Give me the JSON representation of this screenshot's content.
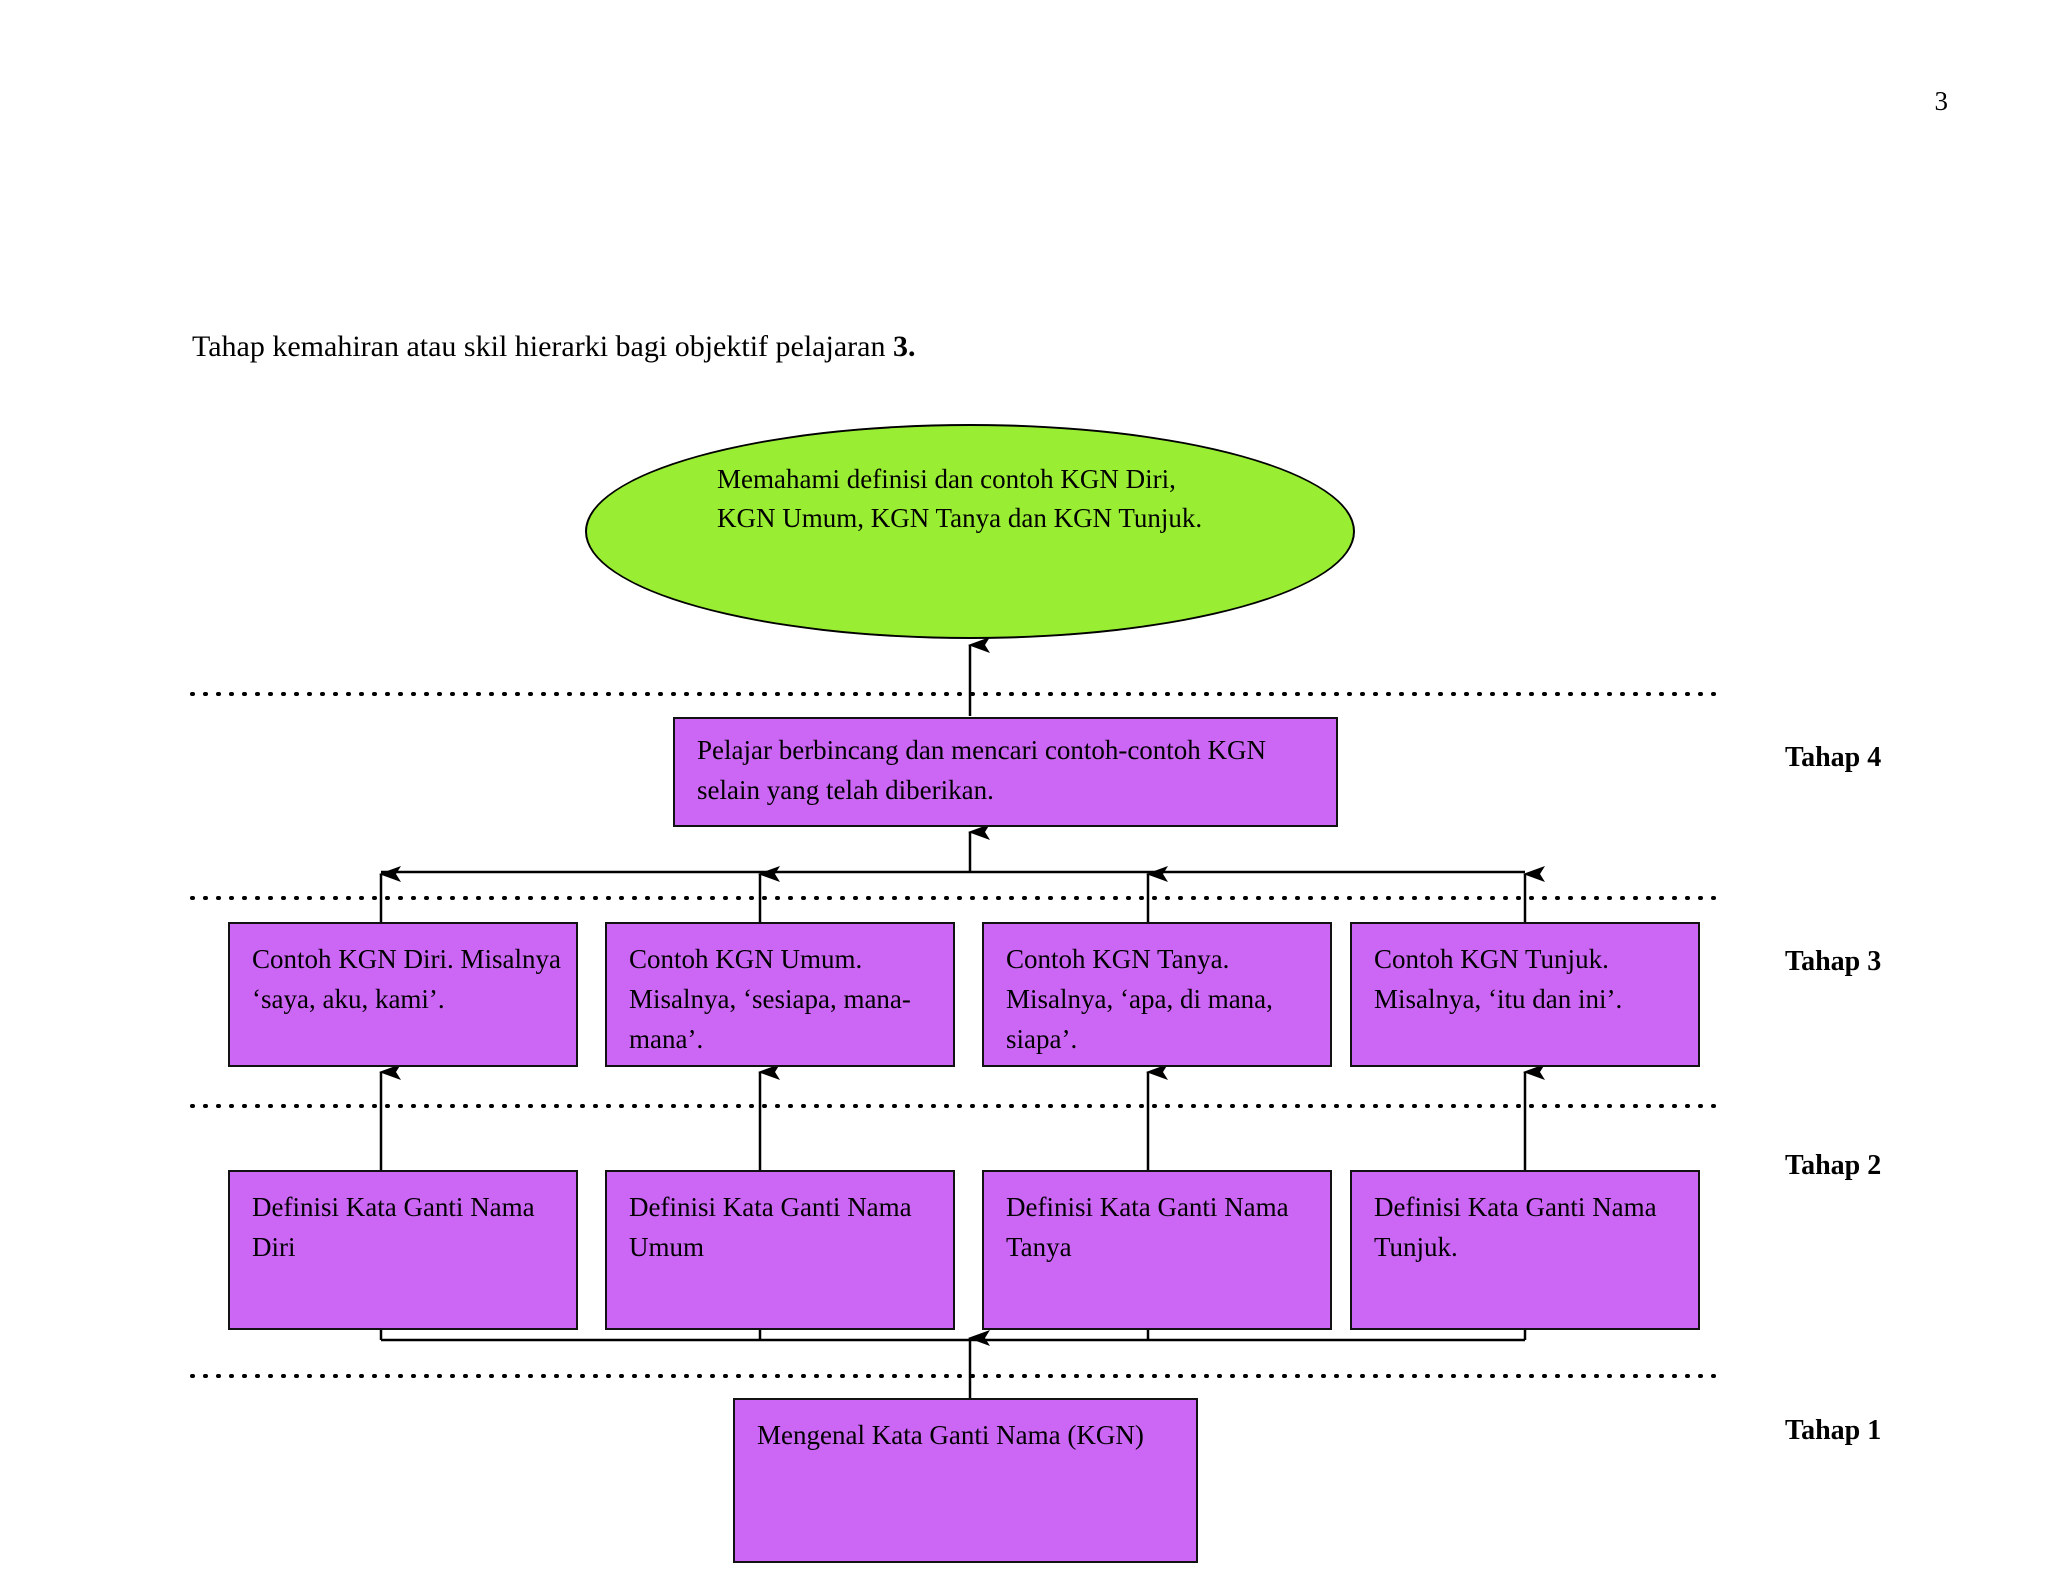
{
  "page": {
    "number": "3",
    "heading_text": "Tahap kemahiran atau skil hierarki bagi objektif pelajaran ",
    "heading_bold": "3."
  },
  "colors": {
    "goal_fill": "#99EE33",
    "process_fill": "#CC66F5",
    "outline": "#000000",
    "background": "#FFFFFF"
  },
  "diagram": {
    "goal": {
      "label": "Memahami definisi dan contoh KGN Diri, KGN Umum, KGN Tanya dan KGN Tunjuk.",
      "shape": "ellipse"
    },
    "tahap4": {
      "label": "Pelajar berbincang dan mencari contoh-contoh KGN selain yang telah diberikan."
    },
    "tahap3": [
      {
        "label": "Contoh KGN Diri. Misalnya ‘saya, aku, kami’."
      },
      {
        "label": "Contoh KGN Umum. Misalnya, ‘sesiapa, mana-mana’."
      },
      {
        "label": "Contoh KGN Tanya. Misalnya, ‘apa, di mana, siapa’."
      },
      {
        "label": "Contoh KGN Tunjuk. Misalnya, ‘itu dan ini’."
      }
    ],
    "tahap2": [
      {
        "label": "Definisi Kata Ganti Nama Diri"
      },
      {
        "label": "Definisi Kata Ganti Nama Umum"
      },
      {
        "label": "Definisi Kata Ganti Nama Tanya"
      },
      {
        "label": "Definisi Kata Ganti Nama Tunjuk."
      }
    ],
    "tahap1": {
      "label": "Mengenal Kata Ganti Nama (KGN)"
    },
    "stage_labels": [
      {
        "label": "Tahap 4"
      },
      {
        "label": "Tahap 3"
      },
      {
        "label": "Tahap 2"
      },
      {
        "label": "Tahap 1"
      }
    ]
  }
}
